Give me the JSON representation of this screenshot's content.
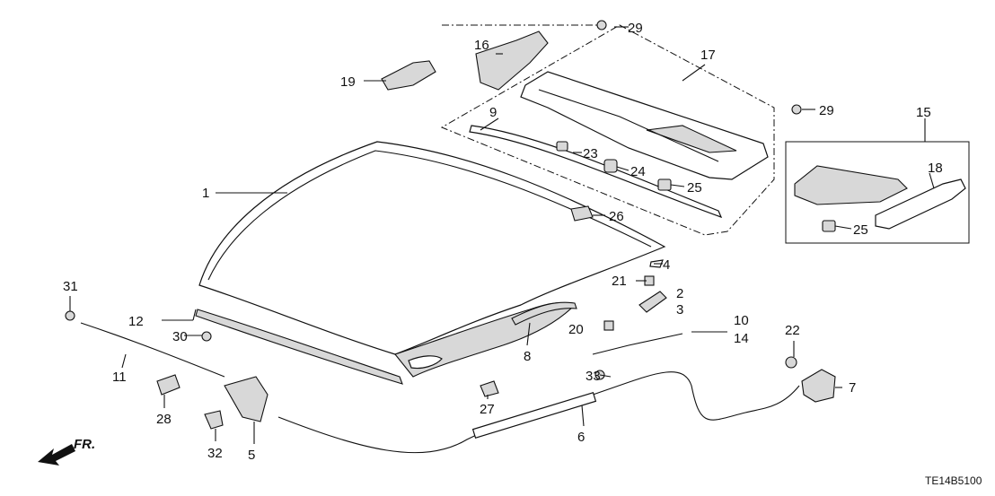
{
  "diagram_code": "TE14B5100",
  "direction_label": "FR.",
  "callouts": {
    "c1": "1",
    "c2": "2",
    "c3": "3",
    "c4": "4",
    "c5": "5",
    "c6": "6",
    "c7": "7",
    "c8": "8",
    "c9": "9",
    "c10": "10",
    "c11": "11",
    "c12": "12",
    "c14": "14",
    "c15": "15",
    "c16": "16",
    "c17": "17",
    "c18": "18",
    "c19": "19",
    "c20": "20",
    "c21": "21",
    "c22": "22",
    "c23": "23",
    "c24": "24",
    "c25a": "25",
    "c25b": "25",
    "c26": "26",
    "c27": "27",
    "c28": "28",
    "c29a": "29",
    "c29b": "29",
    "c30": "30",
    "c31": "31",
    "c32": "32",
    "c33": "33"
  }
}
